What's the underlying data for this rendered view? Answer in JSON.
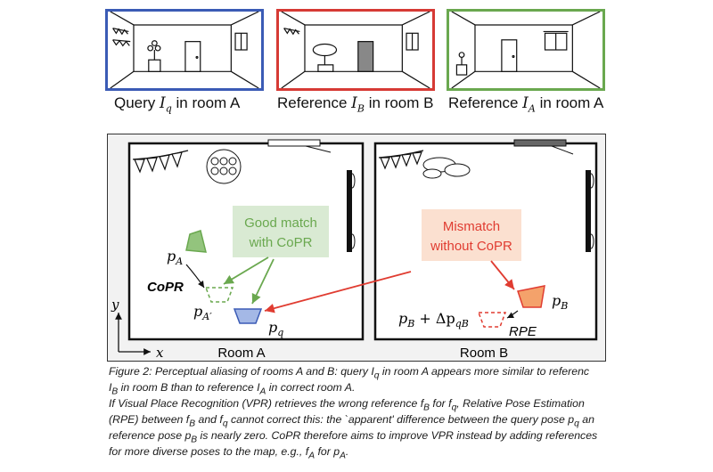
{
  "thumbnails": [
    {
      "id": "query",
      "prefix": "Query",
      "symbol": "I",
      "subscript": "q",
      "suffix": "in room A",
      "border_color": "#3b5bb5"
    },
    {
      "id": "ref-b",
      "prefix": "Reference",
      "symbol": "I",
      "subscript": "B",
      "suffix": "in room B",
      "border_color": "#d63a35"
    },
    {
      "id": "ref-a",
      "prefix": "Reference",
      "symbol": "I",
      "subscript": "A",
      "suffix": "in room A",
      "border_color": "#6aa84f"
    }
  ],
  "diagram": {
    "room_a_label": "Room A",
    "room_b_label": "Room B",
    "axis_x": "x",
    "axis_y": "y",
    "good_match_line1": "Good match",
    "good_match_line2": "with CoPR",
    "mismatch_line1": "Mismatch",
    "mismatch_line2": "without CoPR",
    "label_pA": "p",
    "label_pA_sub": "A",
    "label_pA_prime_sub": "A′",
    "label_pq_sub": "q",
    "label_pB_sub": "B",
    "label_copr": "CoPR",
    "label_rpe": "RPE",
    "label_pB_delta_prefix": "p",
    "label_pB_delta_plus": " + Δp",
    "label_pB_delta_sub": "qB",
    "colors": {
      "green": "#6aa84f",
      "green_fill": "#93c47d",
      "green_box": "#d9ead3",
      "red": "#e03c31",
      "red_fill": "#f4a26b",
      "red_box": "#fbe0d0",
      "blue": "#3b5bb5",
      "blue_fill": "#a4b8e6"
    }
  },
  "caption": {
    "line1": "Figure 2: Perceptual aliasing of rooms A and B: query I",
    "line1_sub": "q",
    "line1_rest": " in room A appears more similar to referenc",
    "line2": "I",
    "line2_sub": "B",
    "line2_rest": " in room B than to reference I",
    "line2_sub2": "A",
    "line2_end": " in correct room A.",
    "line3": "If Visual Place Recognition (VPR) retrieves the wrong reference f",
    "line3_sub": "B",
    "line3_rest": " for f",
    "line3_sub2": "q",
    "line3_end": ", Relative Pose Estimation",
    "line4": "(RPE) between f",
    "line4_sub": "B",
    "line4_mid": " and f",
    "line4_sub2": "q",
    "line4_end": " cannot correct this: the `apparent' difference between the query pose p",
    "line4_sub3": "q",
    "line4_tail": " an",
    "line5": "reference pose p",
    "line5_sub": "B",
    "line5_rest": " is nearly zero. CoPR therefore aims to improve VPR instead by adding references",
    "line6": "for more diverse poses to the map, e.g., f",
    "line6_sub": "A",
    "line6_mid": " for p",
    "line6_sub2": "A",
    "line6_end": "."
  }
}
